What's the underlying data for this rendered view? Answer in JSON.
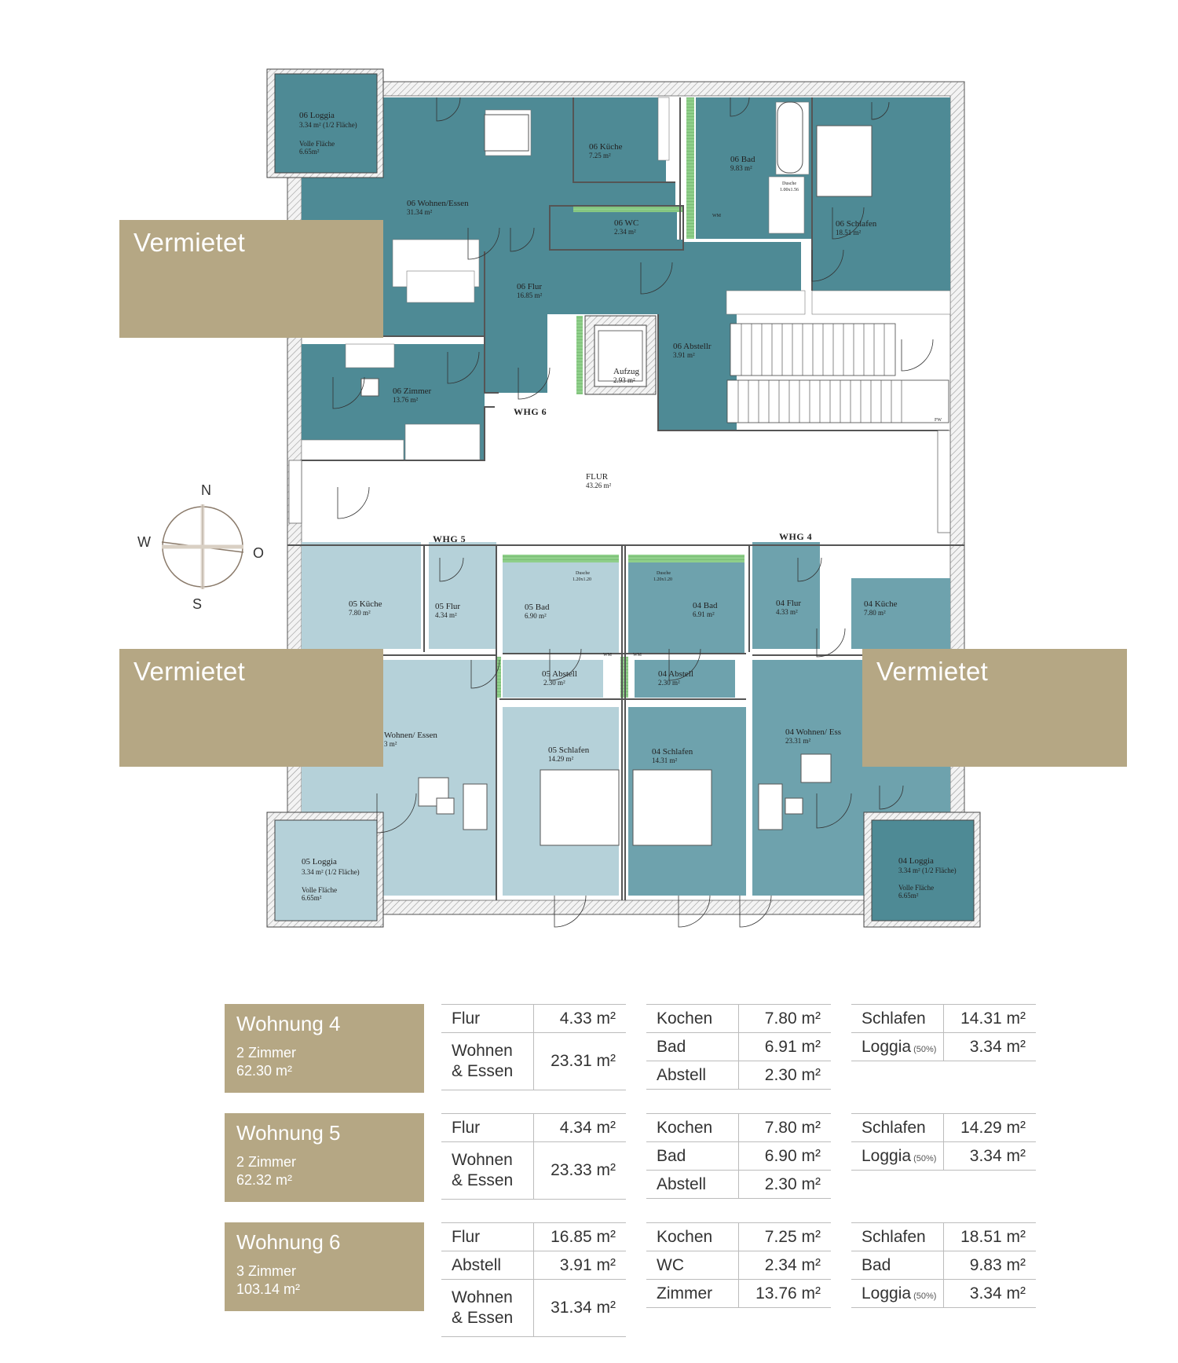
{
  "plan": {
    "rooms": {
      "r06_loggia": {
        "name": "06 Loggia",
        "area": "3.34 m² (1/2 Fläche)",
        "full_label": "Volle Fläche",
        "full_area": "6.65m²"
      },
      "r06_wohnen": {
        "name": "06 Wohnen/Essen",
        "area": "31.34 m²"
      },
      "r06_kueche": {
        "name": "06 Küche",
        "area": "7.25 m²"
      },
      "r06_bad": {
        "name": "06 Bad",
        "area": "9.83 m²"
      },
      "r06_dusche": {
        "name": "Dusche",
        "area": "1.00x1.56"
      },
      "r06_wc": {
        "name": "06 WC",
        "area": "2.34 m²"
      },
      "r06_schlafen": {
        "name": "06 Schlafen",
        "area": "18.51 m²"
      },
      "r06_flur": {
        "name": "06 Flur",
        "area": "16.85 m²"
      },
      "r06_abstell": {
        "name": "06 Abstellr",
        "area": "3.91 m²"
      },
      "aufzug": {
        "name": "Aufzug",
        "area": "2.93 m²"
      },
      "r06_zimmer": {
        "name": "06 Zimmer",
        "area": "13.76 m²"
      },
      "flur": {
        "name": "FLUR",
        "area": "43.26 m²"
      },
      "r05_kueche": {
        "name": "05 Küche",
        "area": "7.80 m²"
      },
      "r05_flur": {
        "name": "05 Flur",
        "area": "4.34 m²"
      },
      "r05_bad": {
        "name": "05 Bad",
        "area": "6.90 m²"
      },
      "r05_dusche": {
        "name": "Dusche",
        "area": "1.20x1.20"
      },
      "r04_bad": {
        "name": "04 Bad",
        "area": "6.91 m²"
      },
      "r04_dusche": {
        "name": "Dusche",
        "area": "1.20x1.20"
      },
      "r04_flur": {
        "name": "04 Flur",
        "area": "4.33 m²"
      },
      "r04_kueche": {
        "name": "04 Küche",
        "area": "7.80 m²"
      },
      "r05_abstell": {
        "name": "05 Abstell",
        "area": "2.30 m²"
      },
      "r04_abstell": {
        "name": "04 Abstell",
        "area": "2.30 m²"
      },
      "r05_wohnen": {
        "name": "Wohnen/ Essen",
        "area": "3 m²"
      },
      "r05_schlafen": {
        "name": "05 Schlafen",
        "area": "14.29 m²"
      },
      "r04_schlafen": {
        "name": "04 Schlafen",
        "area": "14.31 m²"
      },
      "r04_wohnen": {
        "name": "04 Wohnen/ Ess",
        "area": "23.31 m²"
      },
      "r05_loggia": {
        "name": "05 Loggia",
        "area": "3.34 m² (1/2 Fläche)",
        "full_label": "Volle Fläche",
        "full_area": "6.65m²"
      },
      "r04_loggia": {
        "name": "04 Loggia",
        "area": "3.34 m² (1/2 Fläche)",
        "full_label": "Volle Fläche",
        "full_area": "6.65m²"
      }
    },
    "whg_labels": {
      "whg6": "WHG 6",
      "whg5": "WHG 5",
      "whg4": "WHG 4"
    },
    "small_labels": {
      "wm": "WM",
      "fw": "FW"
    },
    "compass": {
      "n": "N",
      "w": "W",
      "o": "O",
      "s": "S"
    },
    "badges": {
      "b1": "Vermietet",
      "b2": "Vermietet",
      "b3": "Vermietet"
    },
    "colors": {
      "dark_teal": "#4e8a95",
      "mid_teal": "#6ea2ad",
      "light_teal": "#b5d1d9",
      "wall_hatch": "#bdbdbd",
      "badge_gold": "#b5a784",
      "tile_green": "#8fcf8a"
    }
  },
  "apartments": [
    {
      "name": "Wohnung 4",
      "rooms": "2 Zimmer",
      "area": "62.30 m²",
      "col1": [
        {
          "label": "Flur",
          "value": "4.33 m²"
        },
        {
          "label": "Wohnen",
          "label2": "& Essen",
          "value": "23.31 m²"
        }
      ],
      "col2": [
        {
          "label": "Kochen",
          "value": "7.80 m²"
        },
        {
          "label": "Bad",
          "value": "6.91 m²"
        },
        {
          "label": "Abstell",
          "value": "2.30 m²"
        }
      ],
      "col3": [
        {
          "label": "Schlafen",
          "value": "14.31 m²"
        },
        {
          "label": "Loggia",
          "note": "(50%)",
          "value": "3.34 m²"
        }
      ]
    },
    {
      "name": "Wohnung 5",
      "rooms": "2 Zimmer",
      "area": "62.32 m²",
      "col1": [
        {
          "label": "Flur",
          "value": "4.34 m²"
        },
        {
          "label": "Wohnen",
          "label2": "& Essen",
          "value": "23.33 m²"
        }
      ],
      "col2": [
        {
          "label": "Kochen",
          "value": "7.80 m²"
        },
        {
          "label": "Bad",
          "value": "6.90 m²"
        },
        {
          "label": "Abstell",
          "value": "2.30 m²"
        }
      ],
      "col3": [
        {
          "label": "Schlafen",
          "value": "14.29 m²"
        },
        {
          "label": "Loggia",
          "note": "(50%)",
          "value": "3.34 m²"
        }
      ]
    },
    {
      "name": "Wohnung 6",
      "rooms": "3 Zimmer",
      "area": "103.14 m²",
      "col1": [
        {
          "label": "Flur",
          "value": "16.85 m²"
        },
        {
          "label": "Abstell",
          "value": "3.91 m²"
        },
        {
          "label": "Wohnen",
          "label2": "& Essen",
          "value": "31.34 m²"
        }
      ],
      "col2": [
        {
          "label": "Kochen",
          "value": "7.25 m²"
        },
        {
          "label": "WC",
          "value": "2.34 m²"
        },
        {
          "label": "Zimmer",
          "value": "13.76 m²"
        }
      ],
      "col3": [
        {
          "label": "Schlafen",
          "value": "18.51 m²"
        },
        {
          "label": "Bad",
          "value": "9.83 m²"
        },
        {
          "label": "Loggia",
          "note": "(50%)",
          "value": "3.34 m²"
        }
      ]
    }
  ]
}
